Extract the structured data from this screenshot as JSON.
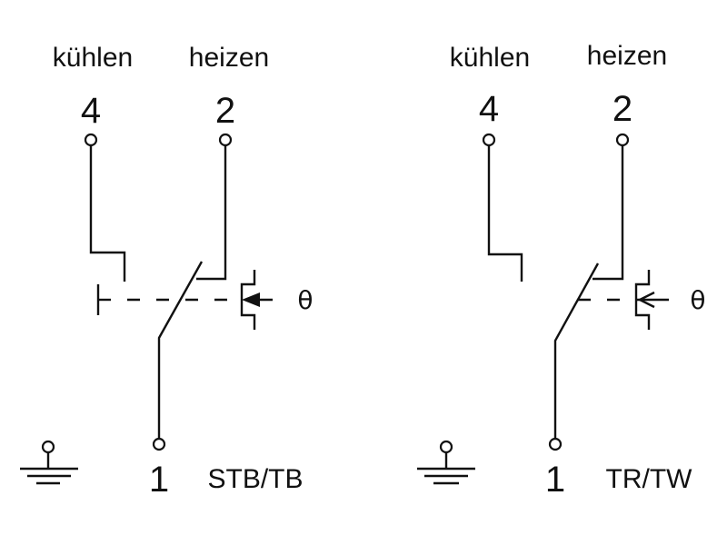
{
  "left": {
    "label_cool": "kühlen",
    "label_heat": "heizen",
    "terminal_cool": "4",
    "terminal_heat": "2",
    "terminal_common": "1",
    "device": "STB/TB",
    "sensor_symbol": "θ"
  },
  "right": {
    "label_cool": "kühlen",
    "label_heat": "heizen",
    "terminal_cool": "4",
    "terminal_heat": "2",
    "terminal_common": "1",
    "device": "TR/TW",
    "sensor_symbol": "θ"
  },
  "colors": {
    "line": "#111111",
    "background": "#ffffff"
  }
}
